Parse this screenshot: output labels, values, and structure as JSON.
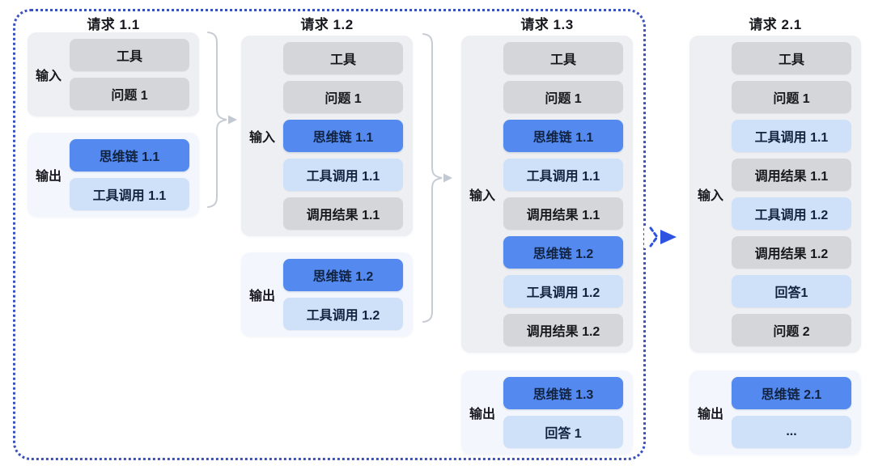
{
  "colors": {
    "bg": "#ffffff",
    "frame_blue": "#3a52bd",
    "arrow_blue": "#2d53e0",
    "box_blue": "#5489f0",
    "box_lightblue": "#cfe0f9",
    "box_gray": "#d4d6d9",
    "panel_input_bg": "#edeff2",
    "panel_output_bg": "#f3f7fd",
    "text_dark": "#16181d",
    "text_on_blue": "#12233f",
    "bracket_gray": "#c7ccd4"
  },
  "labels": {
    "input": "输入",
    "output": "输出"
  },
  "columns": [
    {
      "title": "请求 1.1",
      "input_boxes": [
        {
          "label": "工具",
          "style": "gray"
        },
        {
          "label": "问题 1",
          "style": "gray"
        }
      ],
      "output_boxes": [
        {
          "label": "思维链 1.1",
          "style": "blue"
        },
        {
          "label": "工具调用 1.1",
          "style": "lightblue"
        }
      ]
    },
    {
      "title": "请求 1.2",
      "input_boxes": [
        {
          "label": "工具",
          "style": "gray"
        },
        {
          "label": "问题 1",
          "style": "gray"
        },
        {
          "label": "思维链 1.1",
          "style": "blue"
        },
        {
          "label": "工具调用 1.1",
          "style": "lightblue"
        },
        {
          "label": "调用结果 1.1",
          "style": "gray"
        }
      ],
      "output_boxes": [
        {
          "label": "思维链 1.2",
          "style": "blue"
        },
        {
          "label": "工具调用 1.2",
          "style": "lightblue"
        }
      ]
    },
    {
      "title": "请求 1.3",
      "input_boxes": [
        {
          "label": "工具",
          "style": "gray"
        },
        {
          "label": "问题 1",
          "style": "gray"
        },
        {
          "label": "思维链 1.1",
          "style": "blue"
        },
        {
          "label": "工具调用 1.1",
          "style": "lightblue"
        },
        {
          "label": "调用结果 1.1",
          "style": "gray"
        },
        {
          "label": "思维链 1.2",
          "style": "blue"
        },
        {
          "label": "工具调用 1.2",
          "style": "lightblue"
        },
        {
          "label": "调用结果 1.2",
          "style": "gray"
        }
      ],
      "output_boxes": [
        {
          "label": "思维链 1.3",
          "style": "blue"
        },
        {
          "label": "回答 1",
          "style": "lightblue"
        }
      ]
    },
    {
      "title": "请求 2.1",
      "input_boxes": [
        {
          "label": "工具",
          "style": "gray"
        },
        {
          "label": "问题 1",
          "style": "gray"
        },
        {
          "label": "工具调用 1.1",
          "style": "lightblue"
        },
        {
          "label": "调用结果 1.1",
          "style": "gray"
        },
        {
          "label": "工具调用 1.2",
          "style": "lightblue"
        },
        {
          "label": "调用结果 1.2",
          "style": "gray"
        },
        {
          "label": "回答1",
          "style": "lightblue"
        },
        {
          "label": "问题 2",
          "style": "gray"
        }
      ],
      "output_boxes": [
        {
          "label": "思维链 2.1",
          "style": "blue"
        },
        {
          "label": "...",
          "style": "lightblue"
        }
      ]
    }
  ]
}
